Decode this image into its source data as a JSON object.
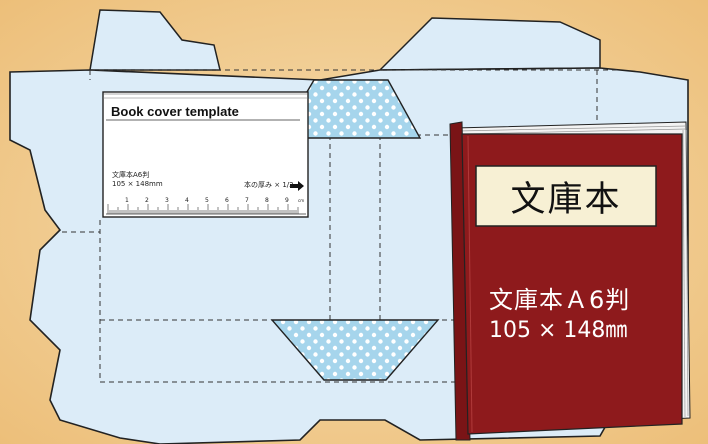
{
  "template_card": {
    "title": "Book cover template",
    "size_name": "文庫本A6判",
    "size_dims": "105 × 148mm",
    "spine_note": "本の厚み × 1/2",
    "ruler_numbers": [
      "1",
      "2",
      "3",
      "4",
      "5",
      "6",
      "7",
      "8",
      "9"
    ],
    "ruler_unit": "cm"
  },
  "book": {
    "title_label": "文庫本",
    "size_name": "文庫本Ａ6判",
    "size_dims": "105 × 148㎜",
    "cover_color": "#8e1a1c",
    "label_color": "#f7f0d4"
  },
  "colors": {
    "background": "#f0c98a",
    "sheet": "#dcecf8",
    "polka_dot_fill": "#a9d6ec"
  }
}
